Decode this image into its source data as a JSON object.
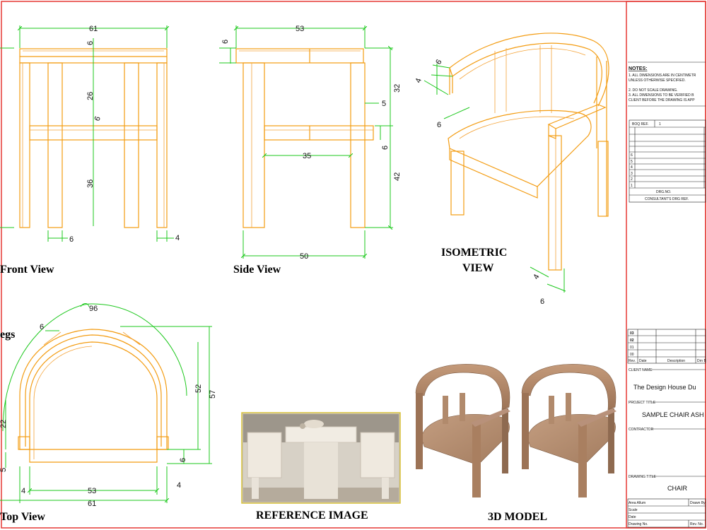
{
  "colors": {
    "frame": "#e53935",
    "dimension": "#1ec81e",
    "geometry": "#f39c12",
    "text": "#111111"
  },
  "views": {
    "front": "Front View",
    "side": "Side View",
    "iso_line1": "ISOMETRIC",
    "iso_line2": "VIEW",
    "top": "Top View",
    "legs_label": "egs",
    "reference": "REFERENCE IMAGE",
    "model": "3D MODEL"
  },
  "front_dims": {
    "width": "61",
    "top_rail": "6",
    "upper": "26",
    "seat": "6",
    "lower": "36",
    "leg": "6",
    "gap": "4"
  },
  "side_dims": {
    "depth": "53",
    "top_rail": "6",
    "rail_len": "35",
    "base": "50"
  },
  "side_dims_right": {
    "upper": "32",
    "arm": "5",
    "seat": "6",
    "lower": "42"
  },
  "iso_dims": {
    "a": "6",
    "b": "4",
    "c": "6",
    "d": "4",
    "e": "6"
  },
  "top_dims": {
    "arc": "96",
    "rail": "6",
    "inner_depth": "52",
    "outer_depth": "57",
    "side": "22",
    "left_small": "5",
    "right_small": "6",
    "left_gap": "4",
    "inner_width": "53",
    "right_gap": "4",
    "width": "61"
  },
  "notes": {
    "title": "NOTES:",
    "lines": [
      "1. ALL DIMENSIONS ARE IN CENTIMETR",
      "UNLESS OTHERWISE SPECIFIED.",
      "2. DO NOT SCALE DRAWING.",
      "3. ALL DIMENSIONS TO BE VERIFIED B",
      "CLIENT BEFORE THE DRAWING IS APP"
    ]
  },
  "boq": {
    "label": "BOQ REF.",
    "value": "1",
    "rows": [
      "6",
      "5",
      "4",
      "3",
      "2",
      "1"
    ],
    "drg_no": "DRG.NO.",
    "consultant": "CONSULTANT'S DRG REF."
  },
  "revisions": {
    "rows": [
      "03",
      "02",
      "01",
      "00"
    ],
    "rev": "Rev.",
    "date": "Date",
    "description": "Description",
    "drawn": "Drn B"
  },
  "title_block": {
    "client_label": "CLIENT NAME",
    "client": "The Design House Du",
    "project_label": "PROJECT TITLE",
    "project": "SAMPLE CHAIR ASH",
    "contractor_label": "CONTRACTOR",
    "drawing_title_label": "DRAWING TITLE",
    "drawing_title": "CHAIR",
    "area": "Area Allum",
    "drawn_by": "Drawn By",
    "scale": "Scale",
    "date": "Date",
    "drawing_no": "Drawing No.",
    "rev_no": "Rev. No."
  }
}
